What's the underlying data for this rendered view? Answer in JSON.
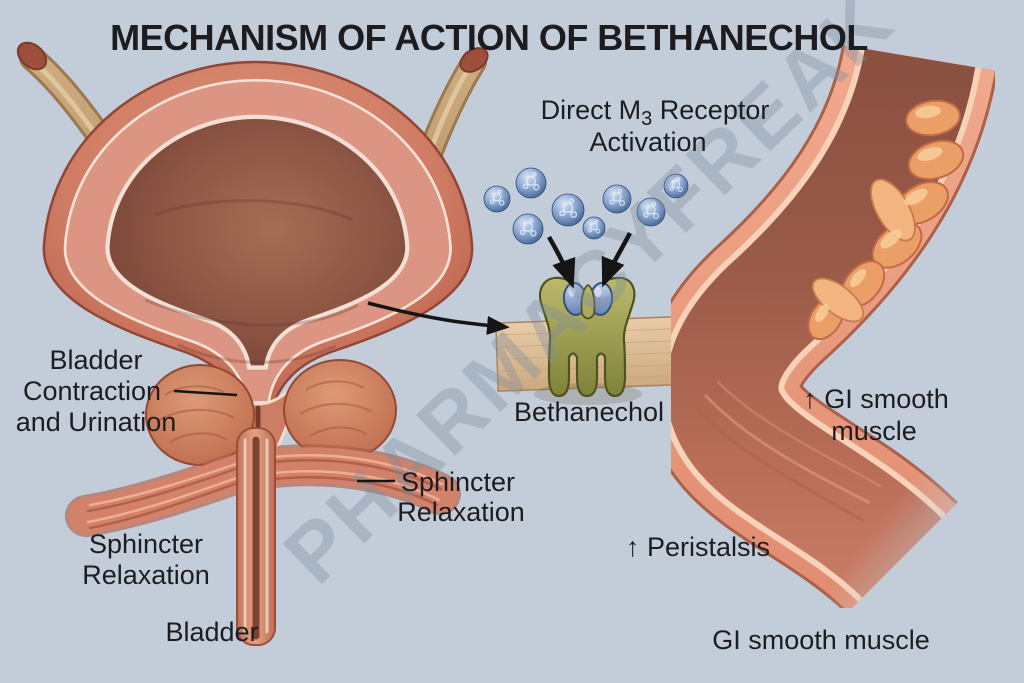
{
  "title": "MECHANISM OF ACTION OF BETHANECHOL",
  "watermark": "PHARMACYFREAK",
  "labels": {
    "receptor_heading": {
      "line1_prefix": "Direct M",
      "subscript": "3",
      "line1_suffix": " Receptor",
      "line2": "Activation"
    },
    "bethanechol": "Bethanechol",
    "bladder_contraction": [
      "Bladder",
      "Contraction",
      "and Urination"
    ],
    "sphincter_right": [
      "Sphincter",
      "Relaxation"
    ],
    "sphincter_left": [
      "Sphincter",
      "Relaxation"
    ],
    "gi_smooth_up": [
      "↑ GI smooth",
      "muscle"
    ],
    "peristalsis_up": "↑ Peristalsis",
    "caption_left": "Bladder",
    "caption_right": "GI smooth muscle"
  },
  "colors": {
    "background": "#c3cdda",
    "text": "#1d1d20",
    "arrow": "#151515",
    "bladder_wall": "#cf7a62",
    "bladder_lining": "#dc9483",
    "bladder_cavity": "#744236",
    "ureter": "#c6a379",
    "prostate": "#d28d6b",
    "sphincter_muscle": "#d2826a",
    "membrane": "#dcba92",
    "receptor_green": "#9a9c4e",
    "ligand_blue": "#7d97c8",
    "molecule_blue": "#5578ad",
    "gi_wall": "#eda187",
    "gi_lining": "#f7d2b8",
    "gi_lumen": "#9c5c49",
    "gi_folds": "#ec9e67",
    "watermark_gray": "#7f8ba0"
  }
}
